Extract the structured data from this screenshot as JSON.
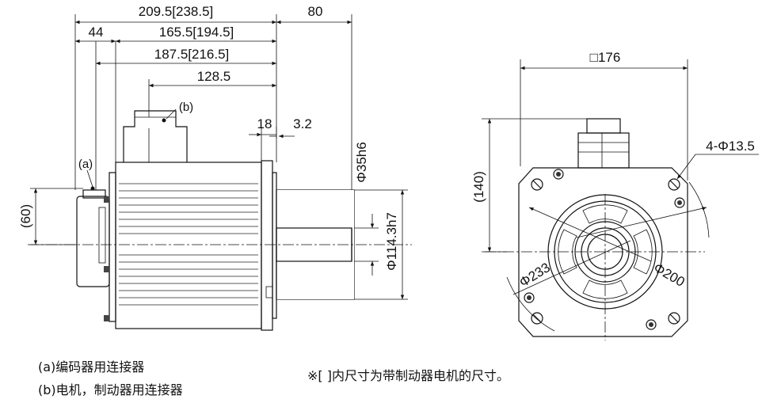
{
  "dimensions": {
    "overall": "209.5[238.5]",
    "shaft": "80",
    "rear": "44",
    "body_a": "165.5[194.5]",
    "body_b": "187.5[216.5]",
    "connector_b": "128.5",
    "flange": "18",
    "spigot": "3.2",
    "shaft_dia": "Φ35h6",
    "spigot_dia": "Φ114.3h7",
    "encoder_height": "(60)",
    "square": "□176",
    "holes": "4-Φ13.5",
    "conn_height": "(140)",
    "pcd": "Φ200",
    "outer_dia": "Φ233"
  },
  "callouts": {
    "a": "(a)",
    "b": "(b)"
  },
  "notes": {
    "legend_a": "(a)编码器用连接器",
    "legend_b": "(b)电机，制动器用连接器",
    "bracket_note": "※[ ]内尺寸为带制动器电机的尺寸。"
  }
}
